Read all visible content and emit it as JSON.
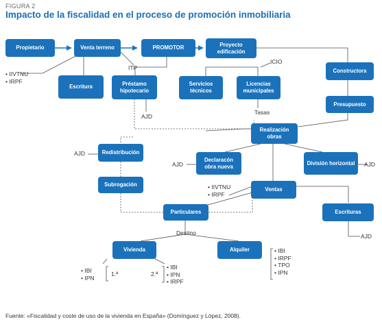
{
  "figure_label": "FIGURA 2",
  "title": "Impacto de la fiscalidad en el proceso de promoción inmobiliaria",
  "boxes": {
    "propietario": "Propietario",
    "venta_terreno": "Venta terreno",
    "promotor": "PROMOTOR",
    "proyecto": "Proyecto edificación",
    "escritura": "Escritura",
    "prestamo": "Préstamo hipotecario",
    "servicios": "Servicios técnicos",
    "licencias": "Licencias municipales",
    "constructora": "Constructora",
    "presupuesto": "Presupuesto",
    "realizacion": "Realización obras",
    "redistribucion": "Redistribución",
    "declaracion": "Declaracón obra nueva",
    "division": "División horizontal",
    "subrogacion": "Subrogación",
    "ventas": "Ventas",
    "particulares": "Particulares",
    "escrituras": "Escrituras",
    "vivienda": "Vivienda",
    "alquiler": "Alquiler"
  },
  "labels": {
    "itp": "ITP",
    "icio": "ICIO",
    "tasas": "Tasas",
    "ajd_prestamo": "AJD",
    "ajd_redistribucion": "AJD",
    "ajd_declaracion": "AJD",
    "ajd_division": "AJD",
    "ajd_escrituras": "AJD",
    "destino": "Destino",
    "primera": "1.ª",
    "segunda": "2.ª"
  },
  "lists": {
    "venta_terreno_taxes": [
      "IIVTNU",
      "IRPF"
    ],
    "ventas_taxes": [
      "IIVTNU",
      "IRPF"
    ],
    "vivienda_primera": [
      "IBI",
      "IPN"
    ],
    "vivienda_segunda": [
      "IBI",
      "IPN",
      "IRPF"
    ],
    "alquiler_taxes": [
      "IBI",
      "IRPF",
      "TPO",
      "IPN"
    ]
  },
  "footer": "Fuente: «Fiscalidad y coste de uso de la vivienda en España» (Domínguez y López, 2008).",
  "colors": {
    "box": "#1b72ba",
    "title": "#1b6fb5",
    "line": "#4d4d4d"
  }
}
